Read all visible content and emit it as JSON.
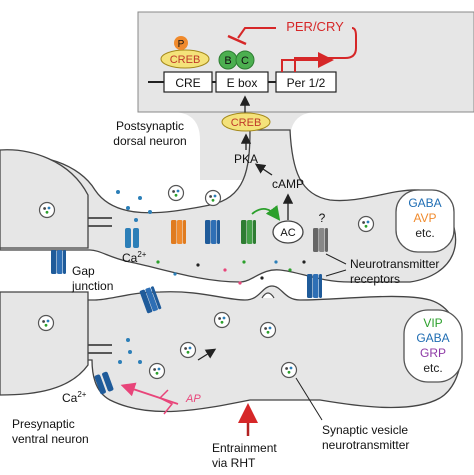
{
  "nucleus": {
    "per_cry": "PER/CRY",
    "p": "P",
    "creb_top": "CREB",
    "b": "B",
    "c": "C",
    "cre": "CRE",
    "ebox": "E box",
    "per12": "Per 1/2"
  },
  "labels": {
    "creb_mid": "CREB",
    "postsynaptic": [
      "Postsynaptic",
      "dorsal neuron"
    ],
    "pka": "PKA",
    "camp": "cAMP",
    "ac": "AC",
    "question": "?",
    "gap_junction": [
      "Gap",
      "junction"
    ],
    "ca_top": "Ca",
    "ca_top_sup": "2+",
    "ca_bottom": "Ca",
    "ca_bottom_sup": "2+",
    "ap": "AP",
    "nt_receptors": [
      "Neurotransmitter",
      "receptors"
    ],
    "presynaptic": [
      "Presynaptic",
      "ventral neuron"
    ],
    "entrainment": [
      "Entrainment",
      "via RHT"
    ],
    "synaptic_vesicle": [
      "Synaptic vesicle",
      "neurotransmitter"
    ]
  },
  "box_top": [
    {
      "text": "GABA",
      "color": "#1f6db3"
    },
    {
      "text": "AVP",
      "color": "#f08a2c"
    },
    {
      "text": "etc.",
      "color": "#222222"
    }
  ],
  "box_bottom": [
    {
      "text": "VIP",
      "color": "#2ca02c"
    },
    {
      "text": "GABA",
      "color": "#1f6db3"
    },
    {
      "text": "GRP",
      "color": "#8e3aa6"
    },
    {
      "text": "etc.",
      "color": "#222222"
    }
  ],
  "colors": {
    "cell_fill": "#e6e6e6",
    "outline": "#444444",
    "red": "#d62728",
    "pink": "#e8457a",
    "blue": "#1f6db3",
    "green": "#2ca02c",
    "orange": "#f08a2c",
    "yellow": "#f4e27a"
  }
}
